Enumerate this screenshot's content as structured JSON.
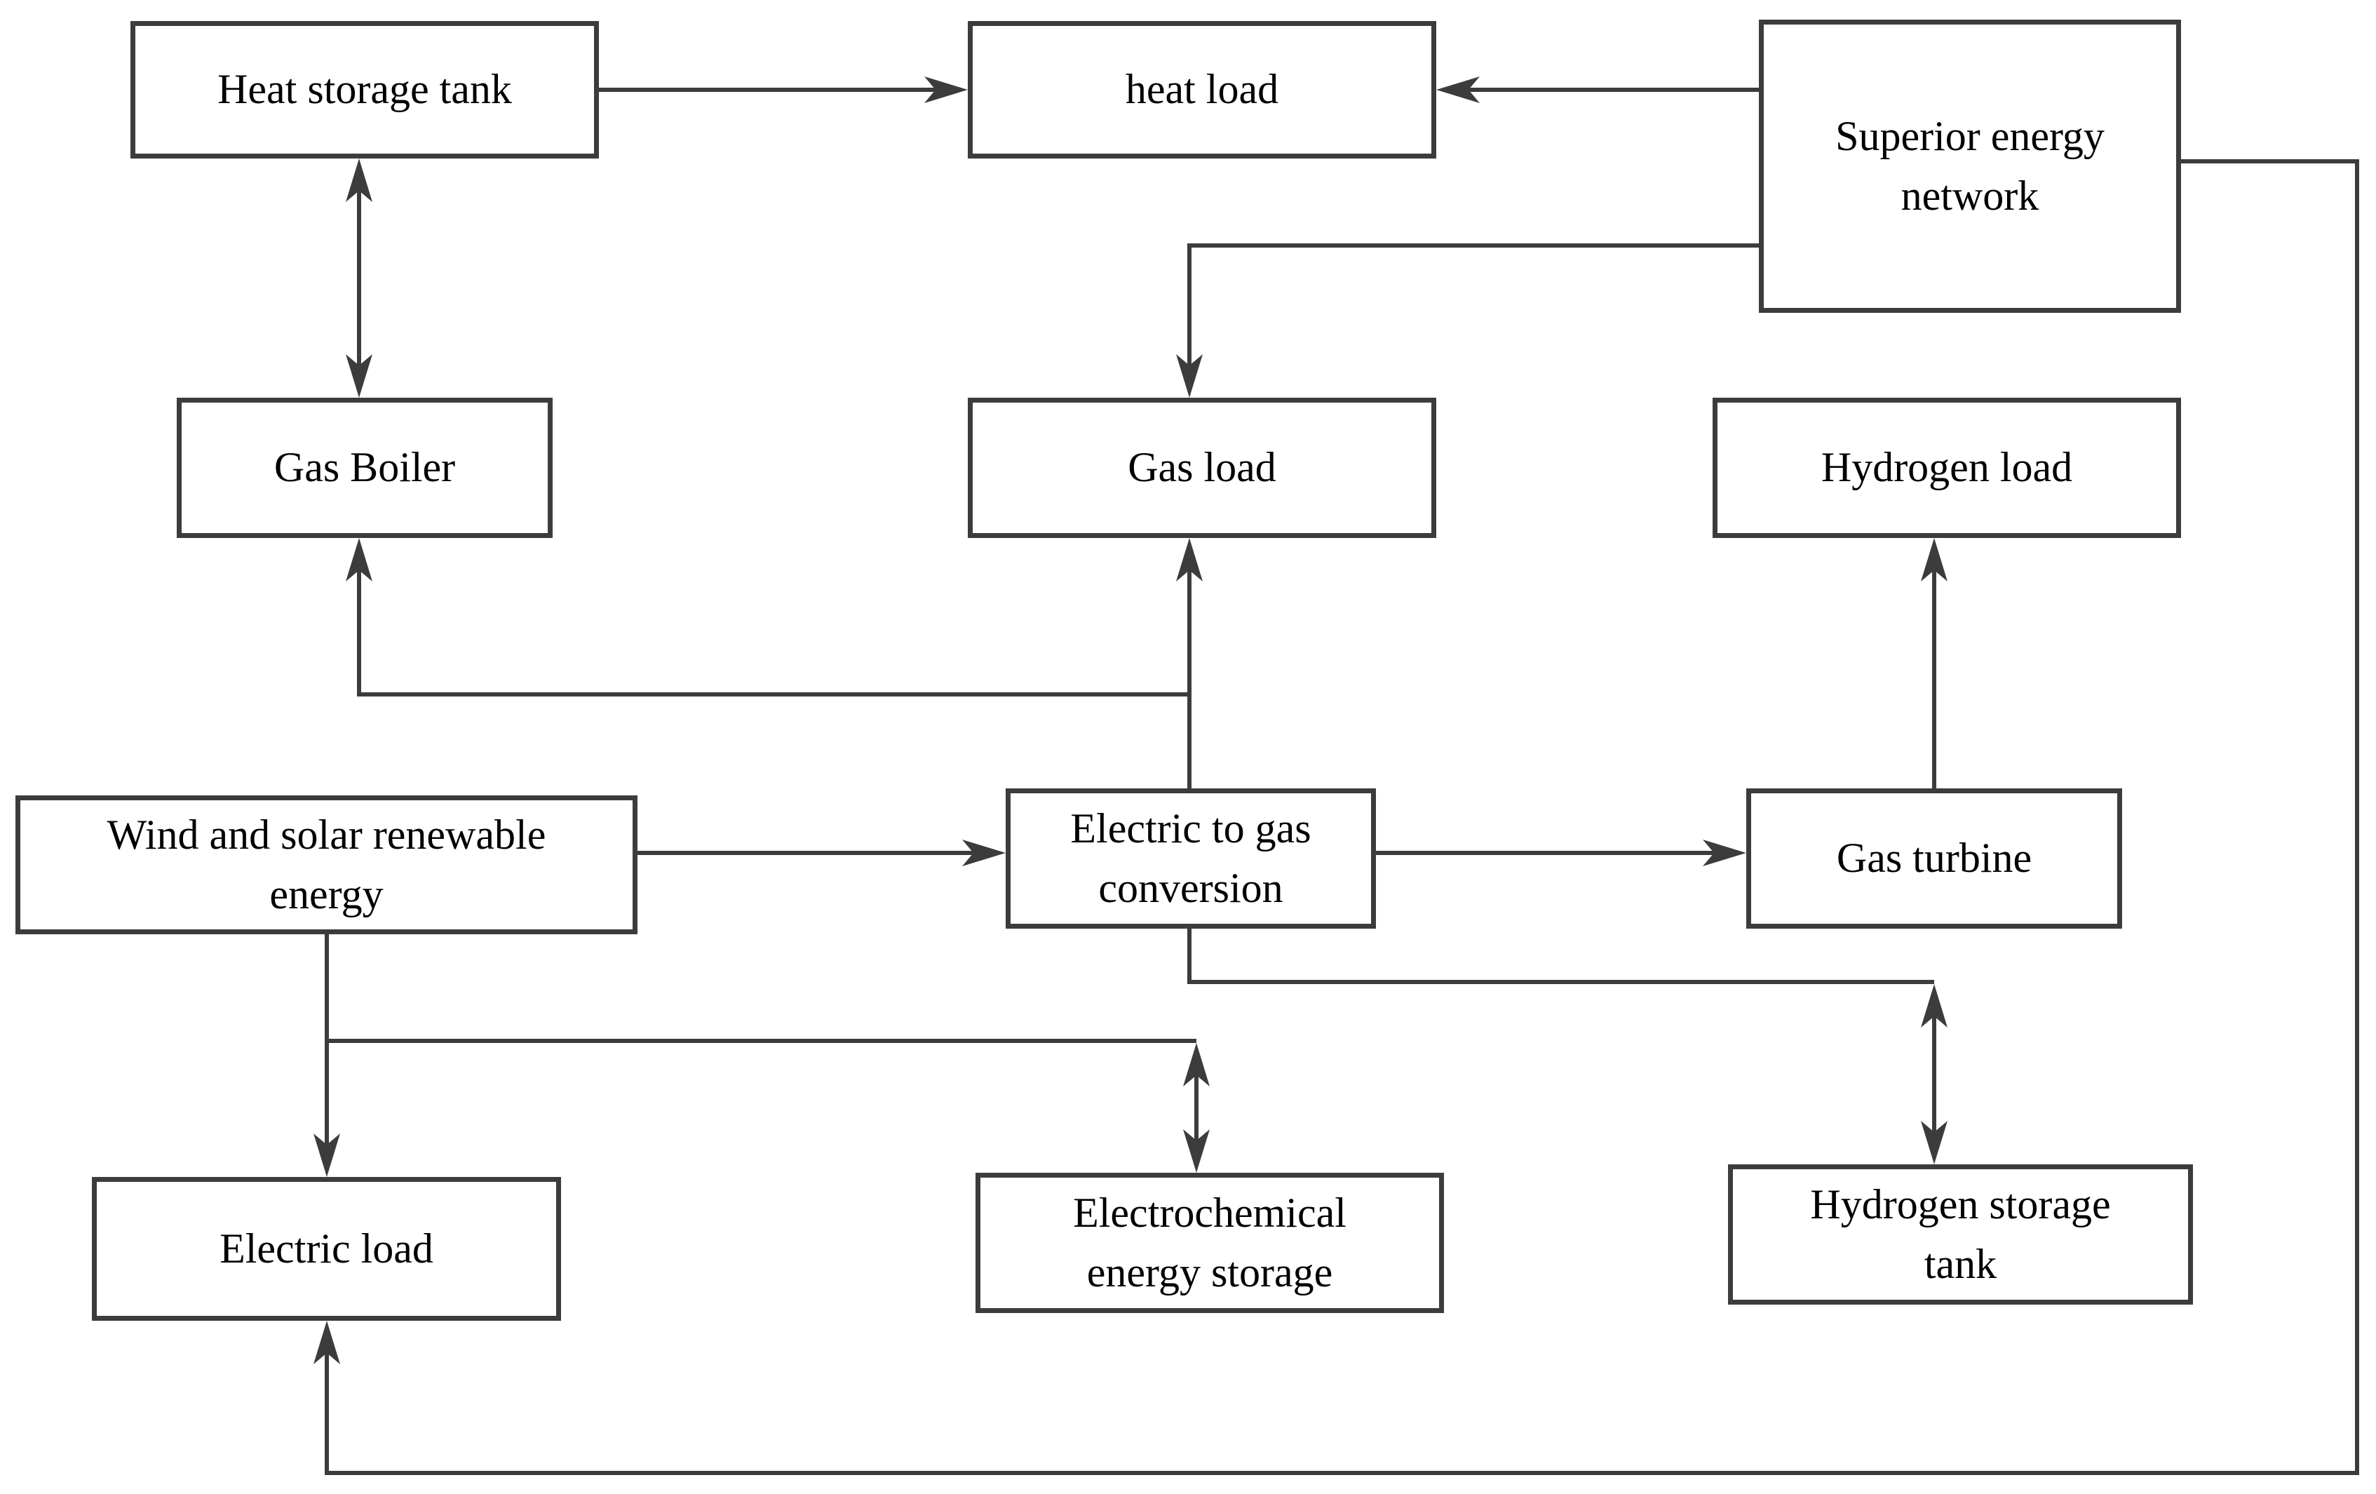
{
  "diagram": {
    "type": "block-flow-diagram",
    "colors": {
      "line": "#3c3c3c",
      "box_border": "#3c3c3c",
      "text": "#000000",
      "background": "#ffffff"
    },
    "nodes": {
      "heat_storage_tank": {
        "label": "Heat storage tank",
        "lines": [
          "Heat storage tank"
        ]
      },
      "heat_load": {
        "label": "heat load",
        "lines": [
          "heat load"
        ]
      },
      "superior_energy_network": {
        "label": "Superior energy network",
        "lines": [
          "Superior energy",
          "network"
        ]
      },
      "gas_boiler": {
        "label": "Gas Boiler",
        "lines": [
          "Gas Boiler"
        ]
      },
      "gas_load": {
        "label": "Gas load",
        "lines": [
          "Gas load"
        ]
      },
      "hydrogen_load": {
        "label": "Hydrogen load",
        "lines": [
          "Hydrogen load"
        ]
      },
      "wind_solar": {
        "label": "Wind and solar renewable energy",
        "lines": [
          "Wind and solar renewable",
          "energy"
        ]
      },
      "electric_to_gas": {
        "label": "Electric to gas conversion",
        "lines": [
          "Electric to gas",
          "conversion"
        ]
      },
      "gas_turbine": {
        "label": "Gas turbine",
        "lines": [
          "Gas turbine"
        ]
      },
      "electric_load": {
        "label": "Electric load",
        "lines": [
          "Electric load"
        ]
      },
      "electrochemical_storage": {
        "label": "Electrochemical energy storage",
        "lines": [
          "Electrochemical",
          "energy storage"
        ]
      },
      "hydrogen_storage_tank": {
        "label": "Hydrogen storage tank",
        "lines": [
          "Hydrogen storage",
          "tank"
        ]
      }
    },
    "edges": [
      {
        "from": "heat_storage_tank",
        "to": "heat_load",
        "direction": "one-way"
      },
      {
        "from": "superior_energy_network",
        "to": "heat_load",
        "direction": "one-way"
      },
      {
        "from": "heat_storage_tank",
        "to": "gas_boiler",
        "direction": "two-way"
      },
      {
        "from": "superior_energy_network",
        "to": "gas_load",
        "direction": "one-way"
      },
      {
        "from": "electric_to_gas",
        "to": "gas_load",
        "direction": "one-way"
      },
      {
        "from": "electric_to_gas",
        "to": "gas_boiler",
        "direction": "one-way"
      },
      {
        "from": "wind_solar",
        "to": "electric_to_gas",
        "direction": "one-way"
      },
      {
        "from": "electric_to_gas",
        "to": "gas_turbine",
        "direction": "one-way"
      },
      {
        "from": "gas_turbine",
        "to": "hydrogen_load",
        "direction": "one-way"
      },
      {
        "from": "electric_to_gas",
        "to": "hydrogen_storage_tank",
        "direction": "two-way"
      },
      {
        "from": "wind_solar",
        "to": "electric_load",
        "direction": "one-way"
      },
      {
        "from": "wind_solar",
        "to": "electrochemical_storage",
        "direction": "two-way"
      },
      {
        "from": "superior_energy_network",
        "to": "electric_load",
        "direction": "one-way"
      }
    ]
  }
}
